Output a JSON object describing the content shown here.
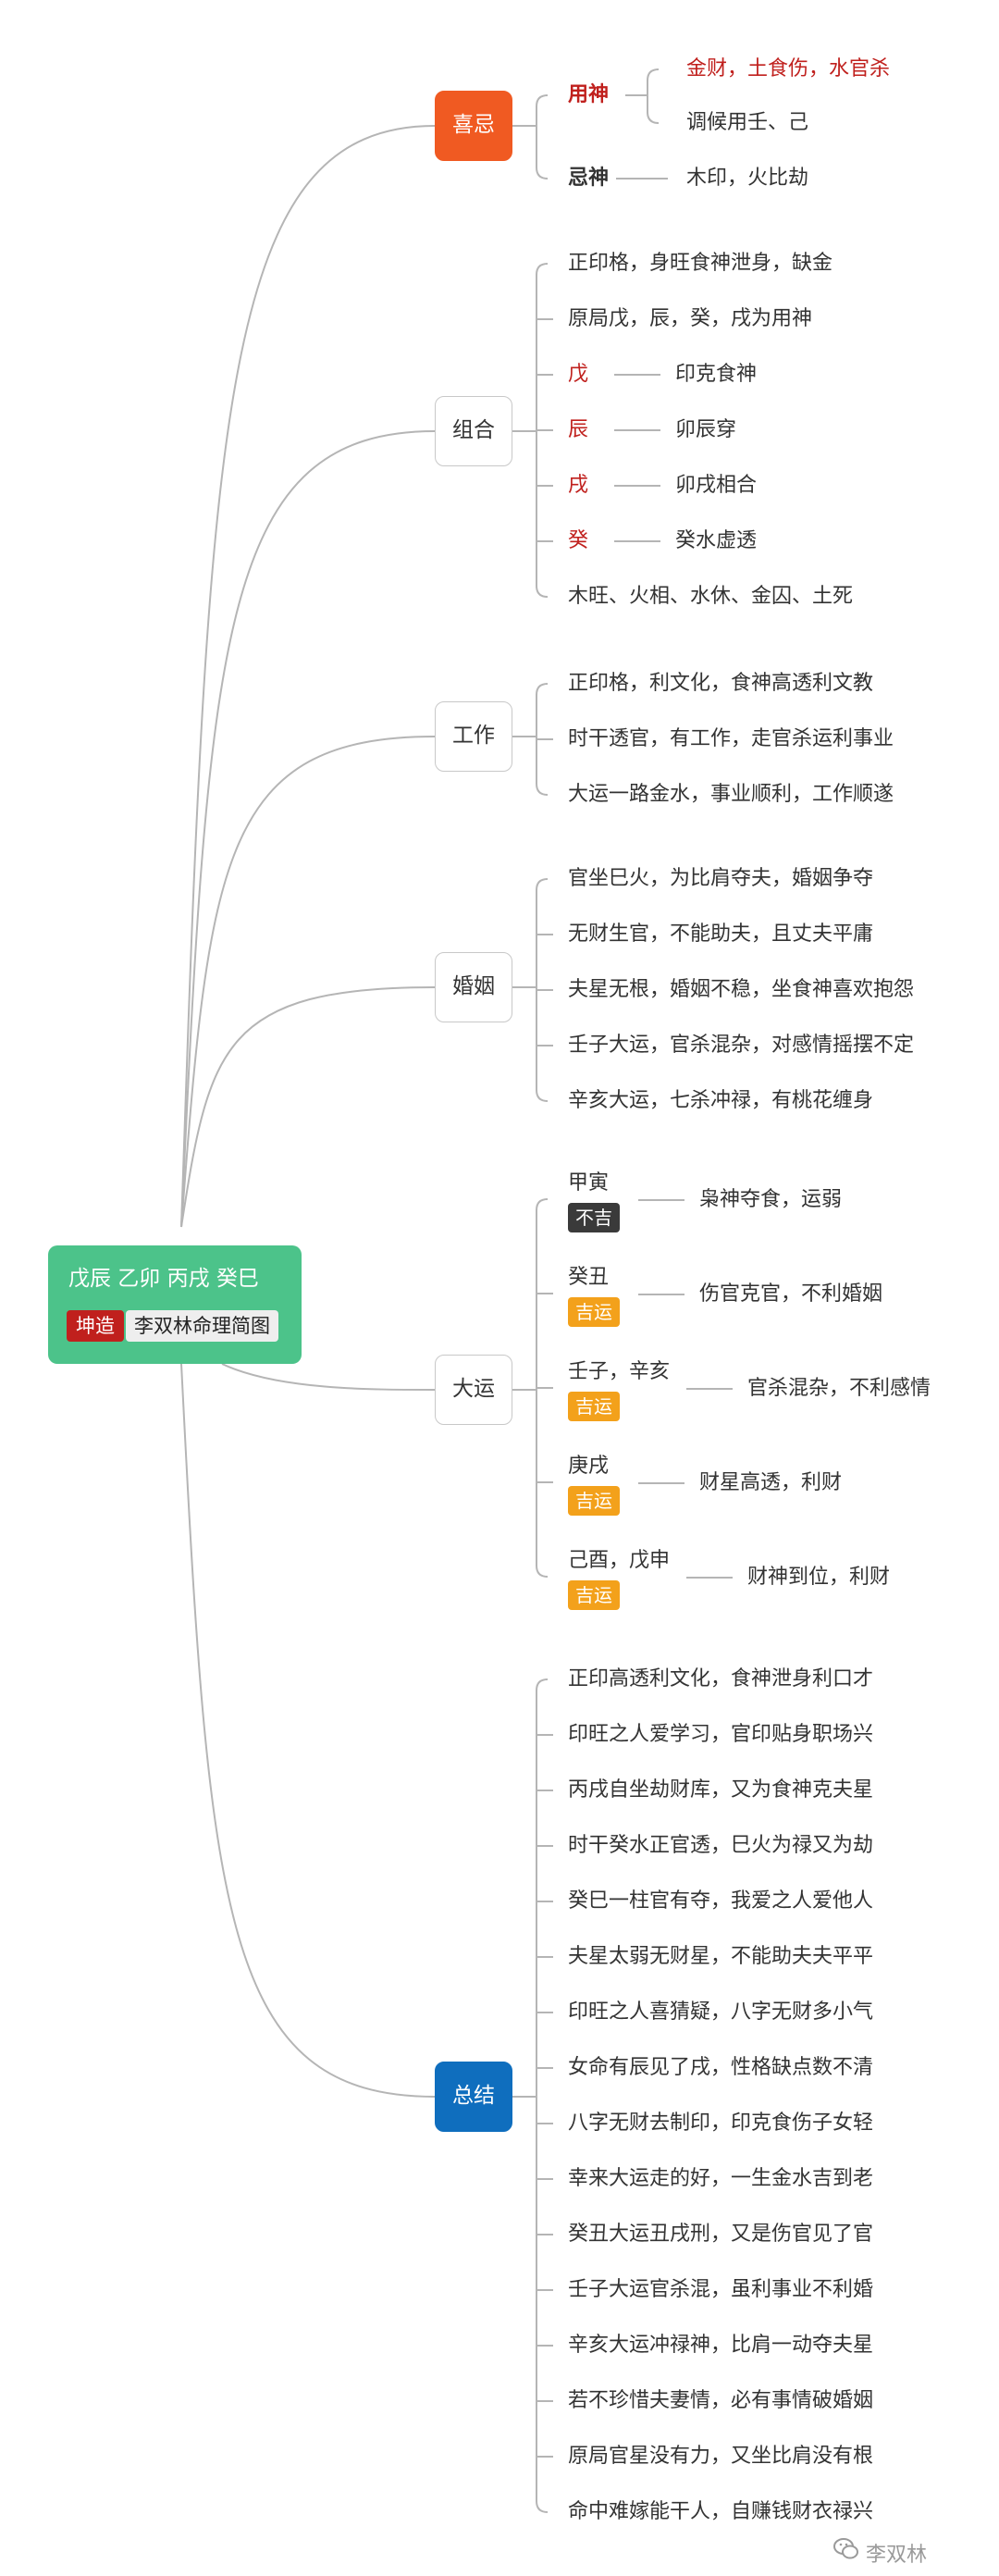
{
  "root": {
    "pillars": "戊辰 乙卯 丙戌 癸巳",
    "tag_gender": "坤造",
    "tag_title": "李双林命理简图"
  },
  "branches": {
    "xiji": "喜忌",
    "zuhe": "组合",
    "gongzuo": "工作",
    "hunyin": "婚姻",
    "dayun": "大运",
    "zongjie": "总结"
  },
  "xiji": {
    "yongshen": "用神",
    "yongshen_1": "金财，土食伤，水官杀",
    "yongshen_2": "调候用壬、己",
    "jishen": "忌神",
    "jishen_1": "木印，火比劫"
  },
  "zuhe": {
    "items": [
      {
        "text": "正印格，身旺食神泄身，缺金"
      },
      {
        "text": "原局戊，辰，癸，戌为用神"
      },
      {
        "key": "戊",
        "text": "印克食神"
      },
      {
        "key": "辰",
        "text": "卯辰穿"
      },
      {
        "key": "戌",
        "text": "卯戌相合"
      },
      {
        "key": "癸",
        "text": "癸水虚透"
      },
      {
        "text": "木旺、火相、水休、金囚、土死"
      }
    ]
  },
  "gongzuo": {
    "items": [
      "正印格，利文化，食神高透利文教",
      "时干透官，有工作，走官杀运利事业",
      "大运一路金水，事业顺利，工作顺遂"
    ]
  },
  "hunyin": {
    "items": [
      "官坐巳火，为比肩夺夫，婚姻争夺",
      "无财生官，不能助夫，且丈夫平庸",
      "夫星无根，婚姻不稳，坐食神喜欢抱怨",
      "壬子大运，官杀混杂，对感情摇摆不定",
      "辛亥大运，七杀冲禄，有桃花缠身"
    ]
  },
  "dayun": {
    "items": [
      {
        "name": "甲寅",
        "badge": "不吉",
        "text": "枭神夺食，运弱"
      },
      {
        "name": "癸丑",
        "badge": "吉运",
        "text": "伤官克官，不利婚姻"
      },
      {
        "name": "壬子，辛亥",
        "badge": "吉运",
        "text": "官杀混杂，不利感情"
      },
      {
        "name": "庚戌",
        "badge": "吉运",
        "text": "财星高透，利财"
      },
      {
        "name": "己酉，戊申",
        "badge": "吉运",
        "text": "财神到位，利财"
      }
    ]
  },
  "zongjie": {
    "items": [
      "正印高透利文化，食神泄身利口才",
      "印旺之人爱学习，官印贴身职场兴",
      "丙戌自坐劫财库，又为食神克夫星",
      "时干癸水正官透，巳火为禄又为劫",
      "癸巳一柱官有夺，我爱之人爱他人",
      "夫星太弱无财星，不能助夫夫平平",
      "印旺之人喜猜疑，八字无财多小气",
      "女命有辰见了戌，性格缺点数不清",
      "八字无财去制印，印克食伤子女轻",
      "幸来大运走的好，一生金水吉到老",
      "癸丑大运丑戌刑，又是伤官见了官",
      "壬子大运官杀混，虽利事业不利婚",
      "辛亥大运冲禄神，比肩一动夺夫星",
      "若不珍惜夫妻情，必有事情破婚姻",
      "原局官星没有力，又坐比肩没有根",
      "命中难嫁能干人，自赚钱财衣禄兴"
    ]
  },
  "watermark": "李双林",
  "colors": {
    "root": "#4cc38a",
    "accent_red": "#c0201d",
    "branch_orange": "#f05a22",
    "branch_blue": "#0f6ebe",
    "badge_gold": "#f3a11b",
    "badge_dark": "#3a3a3a",
    "line": "#b5b5b5"
  },
  "icons": {
    "watermark": "wechat-icon"
  }
}
